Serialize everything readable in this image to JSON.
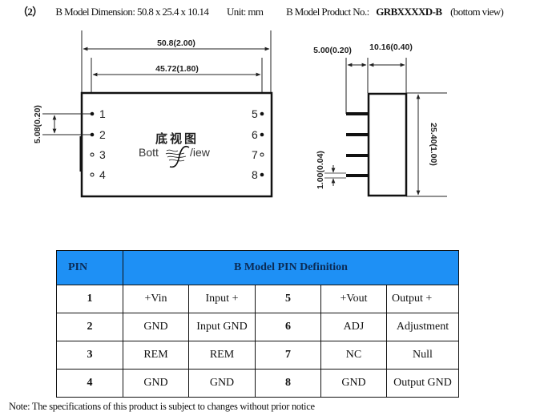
{
  "title": {
    "section_number": "（2）",
    "dimension": "B Model Dimension: 50.8 x 25.4 x 10.14",
    "unit": "Unit: mm",
    "product_no_label": "B Model Product No.:",
    "product_no": "GRBXXXXD-B",
    "view": "(bottom view)"
  },
  "bottom_view": {
    "dims": {
      "overall_length": "50.8(2.00)",
      "pin_span": "45.72(1.80)",
      "pin_pitch": "5.08(0.20)"
    },
    "label_cn": "底视图",
    "label_en_left": "Bott",
    "label_en_right": "/iew",
    "pins_left": [
      {
        "num": "1",
        "present": true
      },
      {
        "num": "2",
        "present": true
      },
      {
        "num": "3",
        "present": false
      },
      {
        "num": "4",
        "present": false
      }
    ],
    "pins_right": [
      {
        "num": "5",
        "present": true
      },
      {
        "num": "6",
        "present": true
      },
      {
        "num": "7",
        "present": false
      },
      {
        "num": "8",
        "present": true
      }
    ]
  },
  "side_view": {
    "dims": {
      "pin_length": "5.00(0.20)",
      "thickness": "10.16(0.40)",
      "height": "25.40(1.00)",
      "pin_diameter": "1.00(0.04)"
    }
  },
  "table": {
    "header_color": "#1e90f5",
    "headers": {
      "pin": "PIN",
      "definition": "B Model PIN Definition"
    },
    "rows": [
      [
        "1",
        "+Vin",
        "Input +",
        "5",
        "+Vout",
        "Output +"
      ],
      [
        "2",
        "GND",
        "Input GND",
        "6",
        "ADJ",
        "Adjustment"
      ],
      [
        "3",
        "REM",
        "REM",
        "7",
        "NC",
        "Null"
      ],
      [
        "4",
        "GND",
        "GND",
        "8",
        "GND",
        "Output GND"
      ]
    ]
  },
  "note": "Note: The specifications of this product is subject to changes without prior notice"
}
